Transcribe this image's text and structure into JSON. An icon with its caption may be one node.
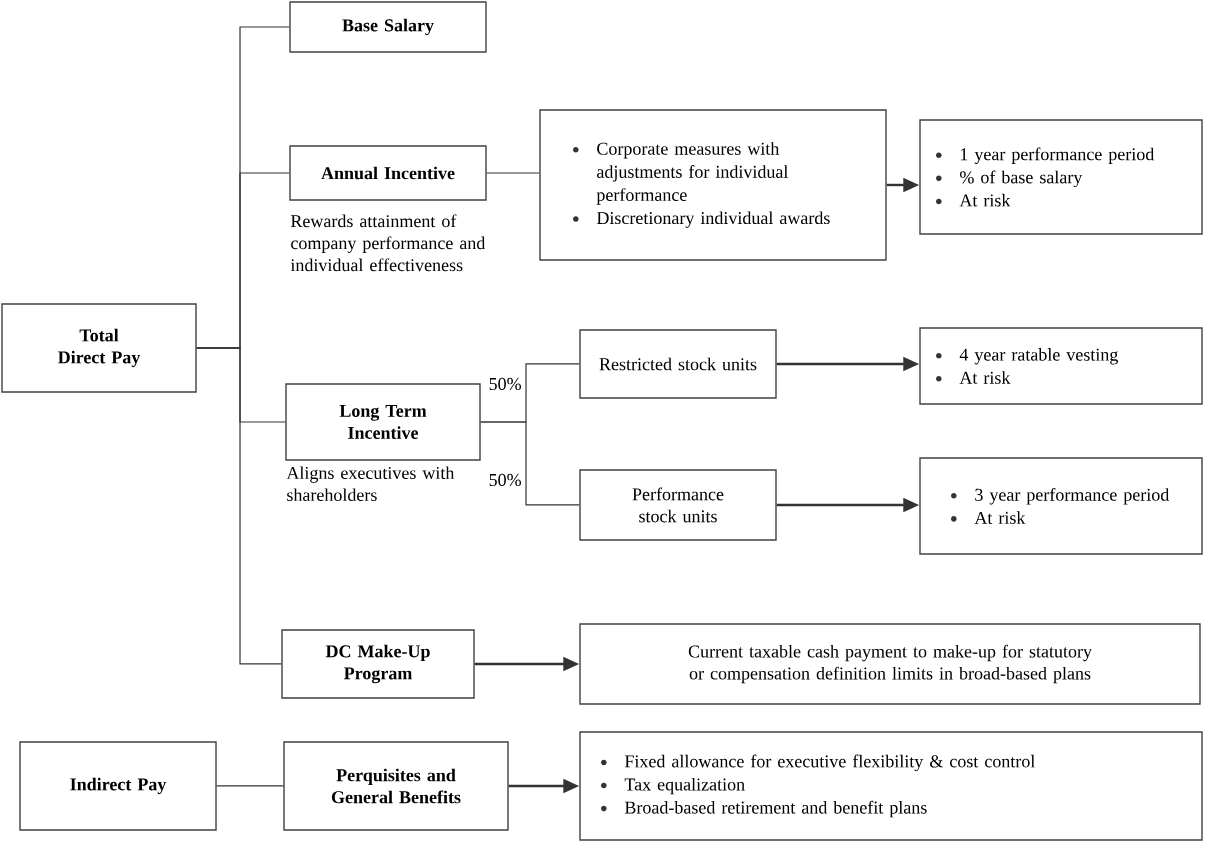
{
  "diagram": {
    "nodes": [
      {
        "text": [
          "Total Direct Pay"
        ]
      },
      {
        "text": [
          "Base Salary"
        ]
      },
      {
        "text": [
          "Annual Incentive"
        ],
        "beside": [
          "Rewards attainment of company performance and individual effectiveness"
        ]
      },
      {
        "text": [
          "Corporate measures with adjustments for individual performance",
          "Discretionary individual awards"
        ]
      },
      {
        "text": [
          "1 year performance period",
          "% of base salary",
          "At risk"
        ]
      },
      {
        "text": [
          "Long Term Incentive"
        ],
        "beside": [
          "Aligns executives with shareholders"
        ]
      },
      {
        "text": [
          "Restricted stock units"
        ]
      },
      {
        "text": [
          "Performance stock units"
        ]
      },
      {
        "text": [
          "4 year ratable vesting",
          "At risk"
        ]
      },
      {
        "text": [
          "3 year performance period",
          "At risk"
        ]
      },
      {
        "text": [
          "DC Make-Up Program"
        ]
      },
      {
        "text": [
          "Current taxable cash payment to make-up for statutory or compensation definition limits in broad-based plans"
        ]
      },
      {
        "text": [
          "Indirect Pay"
        ]
      },
      {
        "text": [
          "Perquisites and General Benefits"
        ]
      },
      {
        "text": [
          "Fixed allowance for executive flexibility & cost control",
          "Tax equalization",
          "Broad-based retirement and benefit plans"
        ]
      }
    ],
    "edges": [
      {
        "from": 0,
        "to": 1,
        "arrow": "none"
      },
      {
        "from": 0,
        "to": 2,
        "arrow": "none"
      },
      {
        "from": 0,
        "to": 5,
        "arrow": "none"
      },
      {
        "from": 0,
        "to": 10,
        "arrow": "none"
      },
      {
        "from": 2,
        "to": 3,
        "arrow": "none"
      },
      {
        "from": 3,
        "to": 4,
        "arrow": "to"
      },
      {
        "from": 5,
        "to": 6,
        "arrow": "none",
        "label": "50%"
      },
      {
        "from": 5,
        "to": 7,
        "arrow": "none",
        "label": "50%"
      },
      {
        "from": 6,
        "to": 8,
        "arrow": "to"
      },
      {
        "from": 7,
        "to": 9,
        "arrow": "to"
      },
      {
        "from": 10,
        "to": 11,
        "arrow": "to"
      },
      {
        "from": 12,
        "to": 13,
        "arrow": "none"
      },
      {
        "from": 13,
        "to": 14,
        "arrow": "to"
      }
    ]
  }
}
